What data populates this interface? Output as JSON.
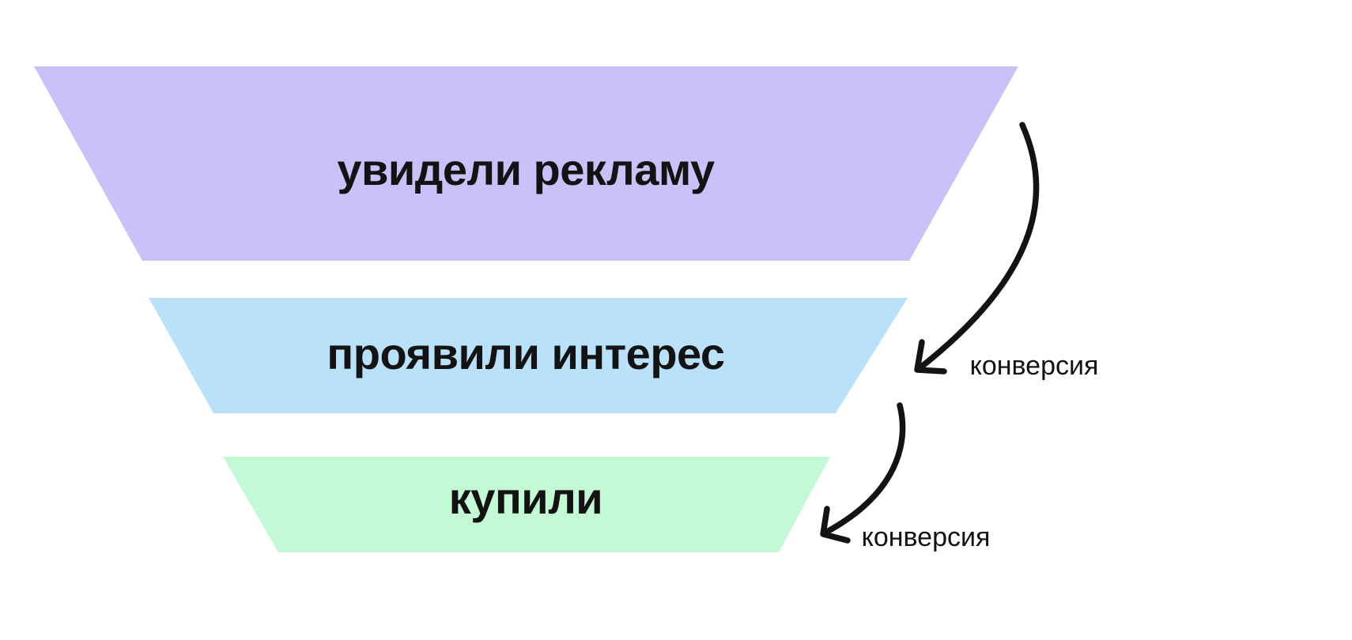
{
  "funnel": {
    "background_color": "#ffffff",
    "text_color": "#131313",
    "arrow_color": "#131313",
    "stages": [
      {
        "label": "увидели рекламу",
        "color": "#ccc0fa"
      },
      {
        "label": "проявили интерес",
        "color": "#b9e2fa"
      },
      {
        "label": "купили",
        "color": "#c3fad5"
      }
    ],
    "conversions": [
      {
        "label": "конверсия"
      },
      {
        "label": "конверсия"
      }
    ]
  }
}
